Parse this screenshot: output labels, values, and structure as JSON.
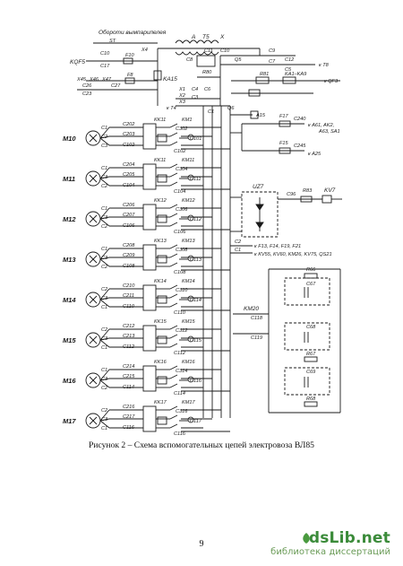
{
  "figure": {
    "caption": "Рисунок 2 – Схема вспомогательных цепей электровоза ВЛ85",
    "page_number": "9"
  },
  "watermark": {
    "logo": "dsLib.net",
    "subtitle": "библиотека диссертаций"
  },
  "top_section": {
    "notes": [
      "Обороти вымпарипелея",
      "ST"
    ],
    "labels": [
      {
        "id": "A",
        "text": "A"
      },
      {
        "id": "T5",
        "text": "Т5"
      },
      {
        "id": "X",
        "text": "X"
      },
      {
        "id": "KQF5",
        "text": "KQF5"
      },
      {
        "id": "C10",
        "text": "C10"
      },
      {
        "id": "C17",
        "text": "C17"
      },
      {
        "id": "F10",
        "text": "F10"
      },
      {
        "id": "X4",
        "text": "X4"
      },
      {
        "id": "X45",
        "text": "X45"
      },
      {
        "id": "X46",
        "text": "X46"
      },
      {
        "id": "X47",
        "text": "X47"
      },
      {
        "id": "C26",
        "text": "C26"
      },
      {
        "id": "C27",
        "text": "C27"
      },
      {
        "id": "F8",
        "text": "F8"
      },
      {
        "id": "C23",
        "text": "C23"
      },
      {
        "id": "KA15",
        "text": "KA15"
      },
      {
        "id": "C8",
        "text": "C8"
      },
      {
        "id": "C11",
        "text": "C11"
      },
      {
        "id": "C10b",
        "text": "C10"
      },
      {
        "id": "Q5",
        "text": "Q5"
      },
      {
        "id": "C9",
        "text": "C9"
      },
      {
        "id": "R80",
        "text": "R80"
      },
      {
        "id": "C7",
        "text": "C7"
      },
      {
        "id": "C12",
        "text": "C12"
      },
      {
        "id": "C5",
        "text": "C5"
      },
      {
        "id": "T8",
        "text": "к Т8"
      },
      {
        "id": "R81",
        "text": "R81"
      },
      {
        "id": "KA1KA9",
        "text": "KA1–KA9"
      },
      {
        "id": "QF3",
        "text": "к QF3"
      },
      {
        "id": "X1",
        "text": "X1"
      },
      {
        "id": "X2",
        "text": "X2"
      },
      {
        "id": "X3",
        "text": "X3"
      },
      {
        "id": "T4",
        "text": "к Т4"
      },
      {
        "id": "C4",
        "text": "C4"
      },
      {
        "id": "C3",
        "text": "C3"
      },
      {
        "id": "C6",
        "text": "C6"
      },
      {
        "id": "C1",
        "text": "C1"
      },
      {
        "id": "Q6",
        "text": "Q6"
      },
      {
        "id": "A15",
        "text": "A15"
      },
      {
        "id": "F17",
        "text": "F17"
      },
      {
        "id": "C240",
        "text": "С240"
      },
      {
        "id": "A61",
        "text": "к A61, AK2,"
      },
      {
        "id": "A62",
        "text": "A63, SA1"
      },
      {
        "id": "F15",
        "text": "F15"
      },
      {
        "id": "C245",
        "text": "С245"
      },
      {
        "id": "A25",
        "text": "к A25"
      }
    ]
  },
  "motors": [
    {
      "name": "M10",
      "km": "KM1",
      "kk": "KK11",
      "t": [
        "C1",
        "C2",
        "C3"
      ],
      "w": [
        "С202",
        "С203",
        "С102"
      ],
      "c": "С101"
    },
    {
      "name": "M11",
      "km": "KM11",
      "kk": "KK11",
      "t": [
        "C1",
        "C3",
        "C2"
      ],
      "w": [
        "С204",
        "С205",
        "С104"
      ],
      "c": "С111"
    },
    {
      "name": "M12",
      "km": "KM12",
      "kk": "KK12",
      "t": [
        "C1",
        "C3",
        "C2"
      ],
      "w": [
        "С206",
        "С207",
        "С106"
      ],
      "c": "С112"
    },
    {
      "name": "M13",
      "km": "KM13",
      "kk": "KK13",
      "t": [
        "C1",
        "C3",
        "C2"
      ],
      "w": [
        "С208",
        "С209",
        "С108"
      ],
      "c": "С113"
    },
    {
      "name": "M14",
      "km": "KM14",
      "kk": "KK14",
      "t": [
        "C2",
        "C3",
        "C1"
      ],
      "w": [
        "С210",
        "С211",
        "С110"
      ],
      "c": "С114"
    },
    {
      "name": "M15",
      "km": "KM15",
      "kk": "KK15",
      "t": [
        "C2",
        "C3",
        "C1"
      ],
      "w": [
        "С212",
        "С213",
        "С112"
      ],
      "c": "С115"
    },
    {
      "name": "M16",
      "km": "KM16",
      "kk": "KK16",
      "t": [
        "C1",
        "C3",
        "C2"
      ],
      "w": [
        "С214",
        "С215",
        "С114"
      ],
      "c": "С116"
    },
    {
      "name": "M17",
      "km": "KM17",
      "kk": "KK17",
      "t": [
        "C2",
        "C3",
        "C1"
      ],
      "w": [
        "С216",
        "С217",
        "С116"
      ],
      "c": "С117"
    }
  ],
  "right_section": {
    "uz7": "UZ7",
    "c96": "C96",
    "r83": "R83",
    "kv7": "KV7",
    "to_f13": "к F13, F14, F19, F21",
    "to_kv55": "к KV55, KV60, KM26, KV75, QS21",
    "c2": "C2",
    "c1": "C1",
    "km20": "KM20",
    "c118": "С118",
    "c119": "С119",
    "caps": [
      {
        "r": "R66",
        "c": "C67"
      },
      {
        "r": "R67",
        "c": "C68"
      },
      {
        "r": "R68",
        "c": "C69"
      }
    ]
  }
}
